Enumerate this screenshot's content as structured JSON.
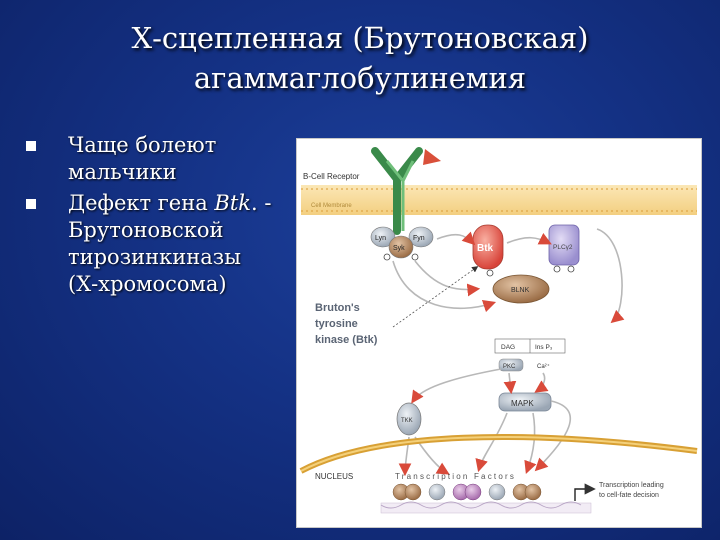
{
  "slide": {
    "title_line1": "Х-сцепленная (Брутоновская)",
    "title_line2": "агаммаглобулинемия",
    "bullets": [
      {
        "lines": [
          "Чаще болеют",
          "мальчики"
        ]
      },
      {
        "lines": [
          "Дефект гена ",
          "Btk",
          ". -",
          "Брутоновской",
          "тирозинкиназы",
          "(Х-хромосома)"
        ]
      }
    ]
  },
  "diagram": {
    "bcr_label": "B-Cell Receptor",
    "membrane_label": "Cell Membrane",
    "lyn": "Lyn",
    "fyn": "Fyn",
    "syk": "Syk",
    "btk": "Btk",
    "plcg2": "PLCγ2",
    "blnk": "BLNK",
    "brutons_line1": "Bruton's",
    "brutons_line2": "tyrosine",
    "brutons_line3": "kinase (Btk)",
    "dag": "DAG",
    "ins": "Ins P₃",
    "pkc": "PKC",
    "ca": "Ca²⁺",
    "mapk": "MAPK",
    "tkk": "TKK",
    "nucleus": "NUCLEUS",
    "tf": "Transcription Factors",
    "tl_line1": "Transcription leading",
    "tl_line2": "to cell-fate decision",
    "colors": {
      "background": "#143184",
      "btk": "#e0524a",
      "receptor": "#3a8a4a",
      "membrane": "#d9a640"
    }
  }
}
